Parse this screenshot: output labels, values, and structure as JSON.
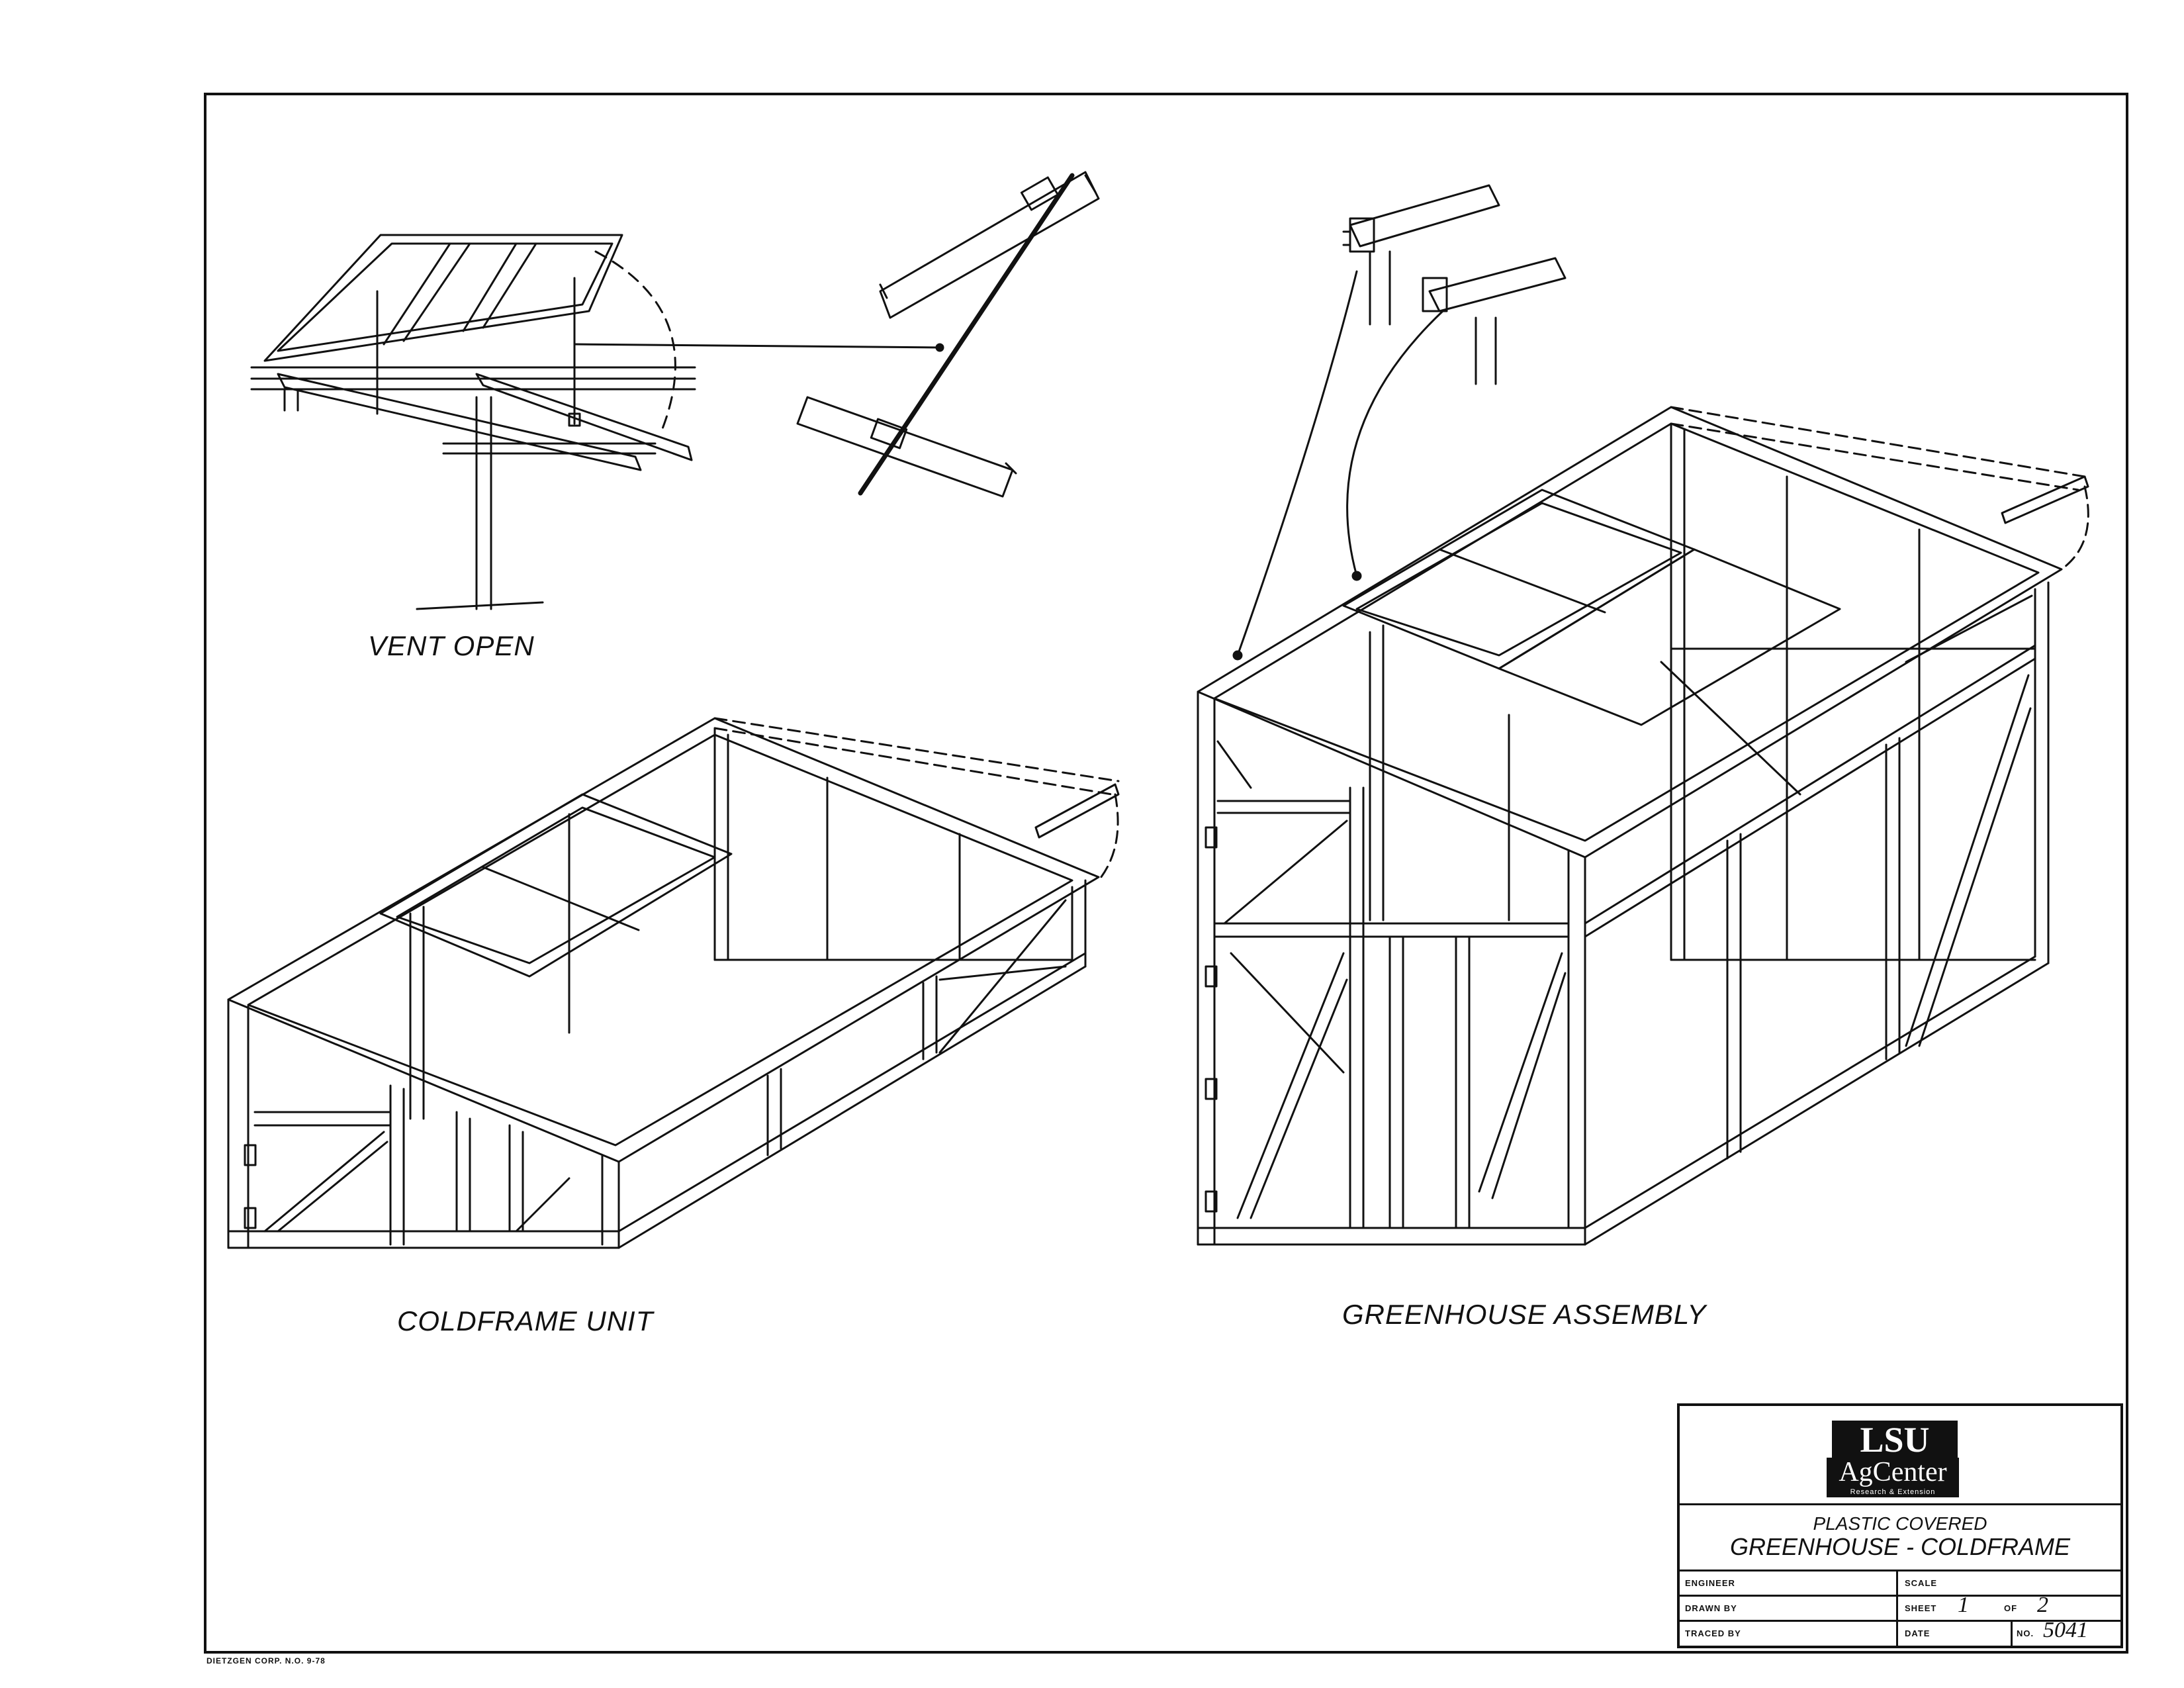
{
  "captions": {
    "vent": "VENT OPEN",
    "coldframe": "COLDFRAME UNIT",
    "greenhouse": "GREENHOUSE ASSEMBLY"
  },
  "title_block": {
    "logo_top": "LSU",
    "logo_mid": "AgCenter",
    "logo_sub": "Research & Extension",
    "title_line1": "PLASTIC COVERED",
    "title_line2": "GREENHOUSE - COLDFRAME",
    "engineer_label": "ENGINEER",
    "scale_label": "SCALE",
    "drawn_label": "DRAWN BY",
    "sheet_label": "SHEET",
    "sheet_num": "1",
    "of_label": "OF",
    "sheet_total": "2",
    "traced_label": "TRACED BY",
    "date_label": "DATE",
    "no_label": "NO.",
    "drawing_number": "5041"
  },
  "footer": "DIETZGEN CORP. N.O. 9-78"
}
